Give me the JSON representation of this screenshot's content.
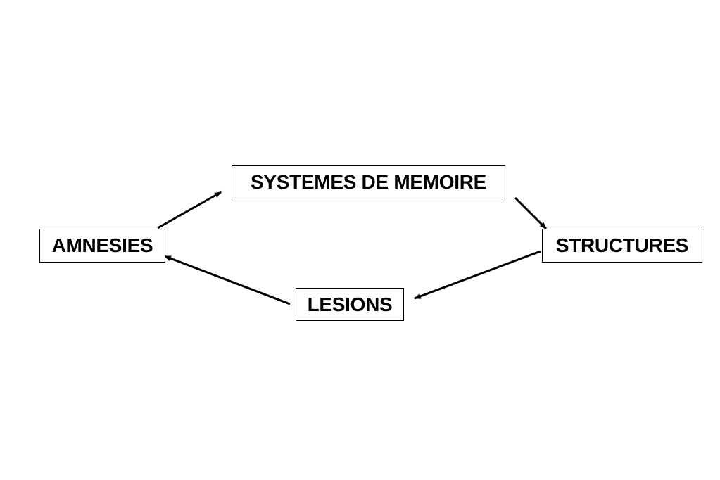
{
  "diagram": {
    "nodes": {
      "systemes": "SYSTEMES DE MEMOIRE",
      "amnesies": "AMNESIES",
      "structures": "STRUCTURES",
      "lesions": "LESIONS"
    },
    "edges": [
      {
        "from": "amnesies",
        "to": "systemes"
      },
      {
        "from": "systemes",
        "to": "structures"
      },
      {
        "from": "structures",
        "to": "lesions"
      },
      {
        "from": "lesions",
        "to": "amnesies"
      }
    ],
    "colors": {
      "stroke": "#000000",
      "background": "#ffffff"
    }
  }
}
